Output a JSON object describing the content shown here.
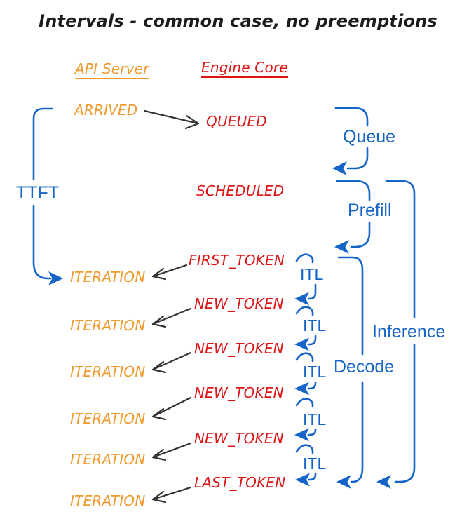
{
  "title": "Intervals - common case, no preemptions",
  "columns": {
    "api_server": "API Server",
    "engine_core": "Engine Core"
  },
  "api_events": {
    "arrived": "ARRIVED",
    "iterations": [
      "ITERATION",
      "ITERATION",
      "ITERATION",
      "ITERATION",
      "ITERATION",
      "ITERATION"
    ]
  },
  "engine_events": {
    "queued": "QUEUED",
    "scheduled": "SCHEDULED",
    "first_token": "FIRST_TOKEN",
    "new_tokens": [
      "NEW_TOKEN",
      "NEW_TOKEN",
      "NEW_TOKEN",
      "NEW_TOKEN"
    ],
    "last_token": "LAST_TOKEN"
  },
  "intervals": {
    "ttft": "TTFT",
    "queue": "Queue",
    "prefill": "Prefill",
    "itl": [
      "ITL",
      "ITL",
      "ITL",
      "ITL",
      "ITL"
    ],
    "decode": "Decode",
    "inference": "Inference"
  },
  "colors": {
    "api_accent": "#F0992C",
    "engine_accent": "#DC1414",
    "interval_accent": "#1565C8",
    "connector": "#333333"
  }
}
